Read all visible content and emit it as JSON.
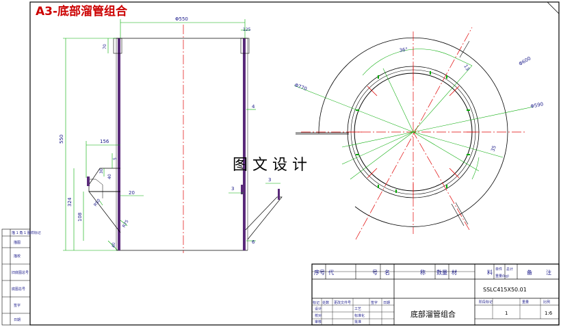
{
  "title": "A3-底部溜管组合",
  "watermark": "图 文 设 计",
  "colors": {
    "border": "#000000",
    "title_red": "#cc0000",
    "centerline_red": "#e00000",
    "dim_green": "#00aa00",
    "part_purple": "#5a2a7a",
    "text_blue": "#1a1a8a"
  },
  "front_view": {
    "dims": {
      "top_width": "Φ550",
      "top_right": "125",
      "height": "550",
      "flange_h": "70",
      "wall": "4",
      "lug_w": "156",
      "lug_gap": "5",
      "lug_sub1": "30",
      "lug_sub2": "40",
      "d20": "20",
      "h324": "324",
      "h108": "108",
      "r50": "R50",
      "r75": "R75",
      "d40": "40",
      "t3": "3",
      "t3b": "3",
      "d6": "6"
    }
  },
  "circle_view": {
    "dims": {
      "ang36": "36°",
      "a13": "13",
      "d600": "Φ600",
      "d770": "Φ770",
      "d590": "Φ590",
      "a35": "35"
    }
  },
  "title_block": {
    "header": [
      "序号",
      "代",
      "号",
      "名",
      "称",
      "数量",
      "材",
      "料",
      "单件",
      "总计",
      "备",
      "注"
    ],
    "mass_unit": "重量(kg)",
    "drawing_no": "SSLC415X50.01",
    "part_name": "底部溜管组合",
    "revision_headers": [
      "标记",
      "处数",
      "更改文件号",
      "签字",
      "日期"
    ],
    "role_rows": [
      "设计",
      "校对",
      "审核",
      "工艺",
      "标准化",
      "批准"
    ],
    "stage_labels": [
      "阶段标记",
      "重量",
      "比例"
    ],
    "scale": "1:6",
    "qty": "1",
    "left_strip": [
      "描 1 角 1 图样标记",
      "描图",
      "描校",
      "旧底图总号",
      "底图总号",
      "签字",
      "日期"
    ]
  }
}
